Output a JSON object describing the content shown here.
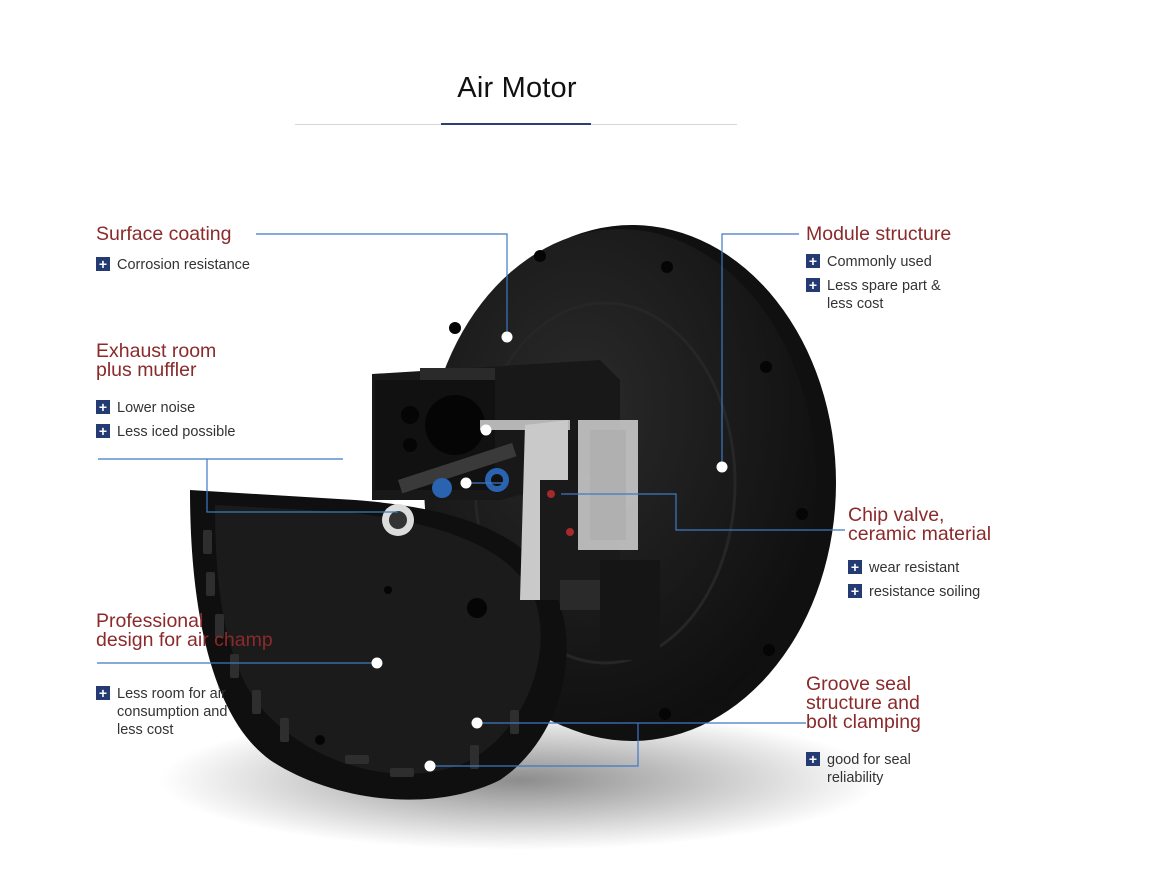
{
  "page": {
    "title": "Air Motor"
  },
  "callouts": {
    "surface_coating": {
      "heading": [
        "Surface coating"
      ],
      "items": [
        "Corrosion resistance"
      ]
    },
    "exhaust_room": {
      "heading": [
        "Exhaust room",
        "plus muffler"
      ],
      "items": [
        "Lower noise",
        "Less iced possible"
      ]
    },
    "professional_design": {
      "heading": [
        "Professional",
        "design for air champ"
      ],
      "items": [
        "Less room for air\nconsumption and\nless cost"
      ]
    },
    "module_structure": {
      "heading": [
        "Module structure"
      ],
      "items": [
        "Commonly used",
        "Less spare part &\nless cost"
      ]
    },
    "chip_valve": {
      "heading": [
        "Chip valve,",
        "ceramic material"
      ],
      "items": [
        "wear resistant",
        "resistance soiling"
      ]
    },
    "groove_seal": {
      "heading": [
        "Groove seal",
        "structure and",
        "bolt clamping"
      ],
      "items": [
        "good for seal\nreliability"
      ]
    }
  },
  "colors": {
    "heading": "#8b2a2a",
    "leader_line": "#3f78c4",
    "bullet": "#243a73",
    "accent_rule": "#2c3f74"
  },
  "icons": {
    "bullet": "plus-icon"
  }
}
